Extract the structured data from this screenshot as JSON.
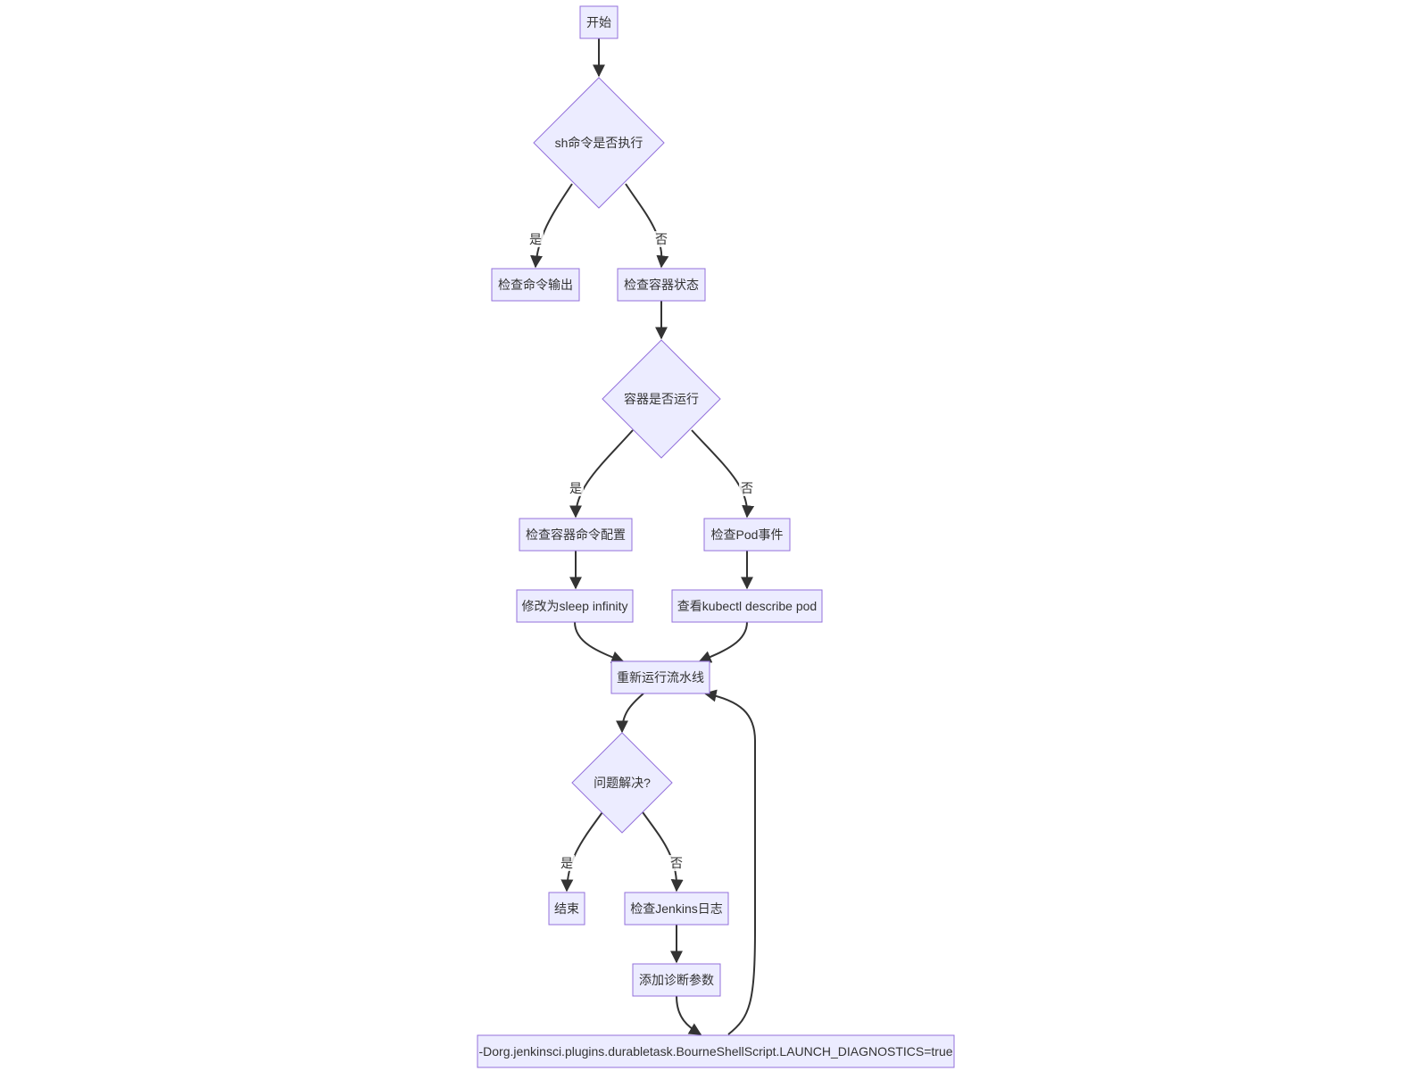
{
  "colors": {
    "node_fill": "#ececff",
    "node_stroke": "#9370db",
    "edge": "#333333",
    "text": "#333333"
  },
  "nodes": [
    {
      "id": "start",
      "label": "开始",
      "shape": "rect"
    },
    {
      "id": "sh_exec",
      "label": "sh命令是否执行",
      "shape": "diamond"
    },
    {
      "id": "check_output",
      "label": "检查命令输出",
      "shape": "rect"
    },
    {
      "id": "check_container",
      "label": "检查容器状态",
      "shape": "rect"
    },
    {
      "id": "container_running",
      "label": "容器是否运行",
      "shape": "diamond"
    },
    {
      "id": "check_cmd_config",
      "label": "检查容器命令配置",
      "shape": "rect"
    },
    {
      "id": "check_pod_events",
      "label": "检查Pod事件",
      "shape": "rect"
    },
    {
      "id": "modify_sleep",
      "label": "修改为sleep infinity",
      "shape": "rect"
    },
    {
      "id": "kubectl_describe",
      "label": "查看kubectl describe pod",
      "shape": "rect"
    },
    {
      "id": "rerun",
      "label": "重新运行流水线",
      "shape": "rect"
    },
    {
      "id": "resolved",
      "label": "问题解决?",
      "shape": "diamond"
    },
    {
      "id": "end",
      "label": "结束",
      "shape": "rect"
    },
    {
      "id": "jenkins_logs",
      "label": "检查Jenkins日志",
      "shape": "rect"
    },
    {
      "id": "add_diag",
      "label": "添加诊断参数",
      "shape": "rect"
    },
    {
      "id": "diag_param",
      "label": "-Dorg.jenkinsci.plugins.durabletask.BourneShellScript.LAUNCH_DIAGNOSTICS=true",
      "shape": "rect"
    }
  ],
  "edges": [
    {
      "from": "start",
      "to": "sh_exec",
      "label": ""
    },
    {
      "from": "sh_exec",
      "to": "check_output",
      "label": "是"
    },
    {
      "from": "sh_exec",
      "to": "check_container",
      "label": "否"
    },
    {
      "from": "check_container",
      "to": "container_running",
      "label": ""
    },
    {
      "from": "container_running",
      "to": "check_cmd_config",
      "label": "是"
    },
    {
      "from": "container_running",
      "to": "check_pod_events",
      "label": "否"
    },
    {
      "from": "check_cmd_config",
      "to": "modify_sleep",
      "label": ""
    },
    {
      "from": "check_pod_events",
      "to": "kubectl_describe",
      "label": ""
    },
    {
      "from": "modify_sleep",
      "to": "rerun",
      "label": ""
    },
    {
      "from": "kubectl_describe",
      "to": "rerun",
      "label": ""
    },
    {
      "from": "rerun",
      "to": "resolved",
      "label": ""
    },
    {
      "from": "resolved",
      "to": "end",
      "label": "是"
    },
    {
      "from": "resolved",
      "to": "jenkins_logs",
      "label": "否"
    },
    {
      "from": "jenkins_logs",
      "to": "add_diag",
      "label": ""
    },
    {
      "from": "add_diag",
      "to": "diag_param",
      "label": ""
    },
    {
      "from": "diag_param",
      "to": "rerun",
      "label": ""
    }
  ]
}
